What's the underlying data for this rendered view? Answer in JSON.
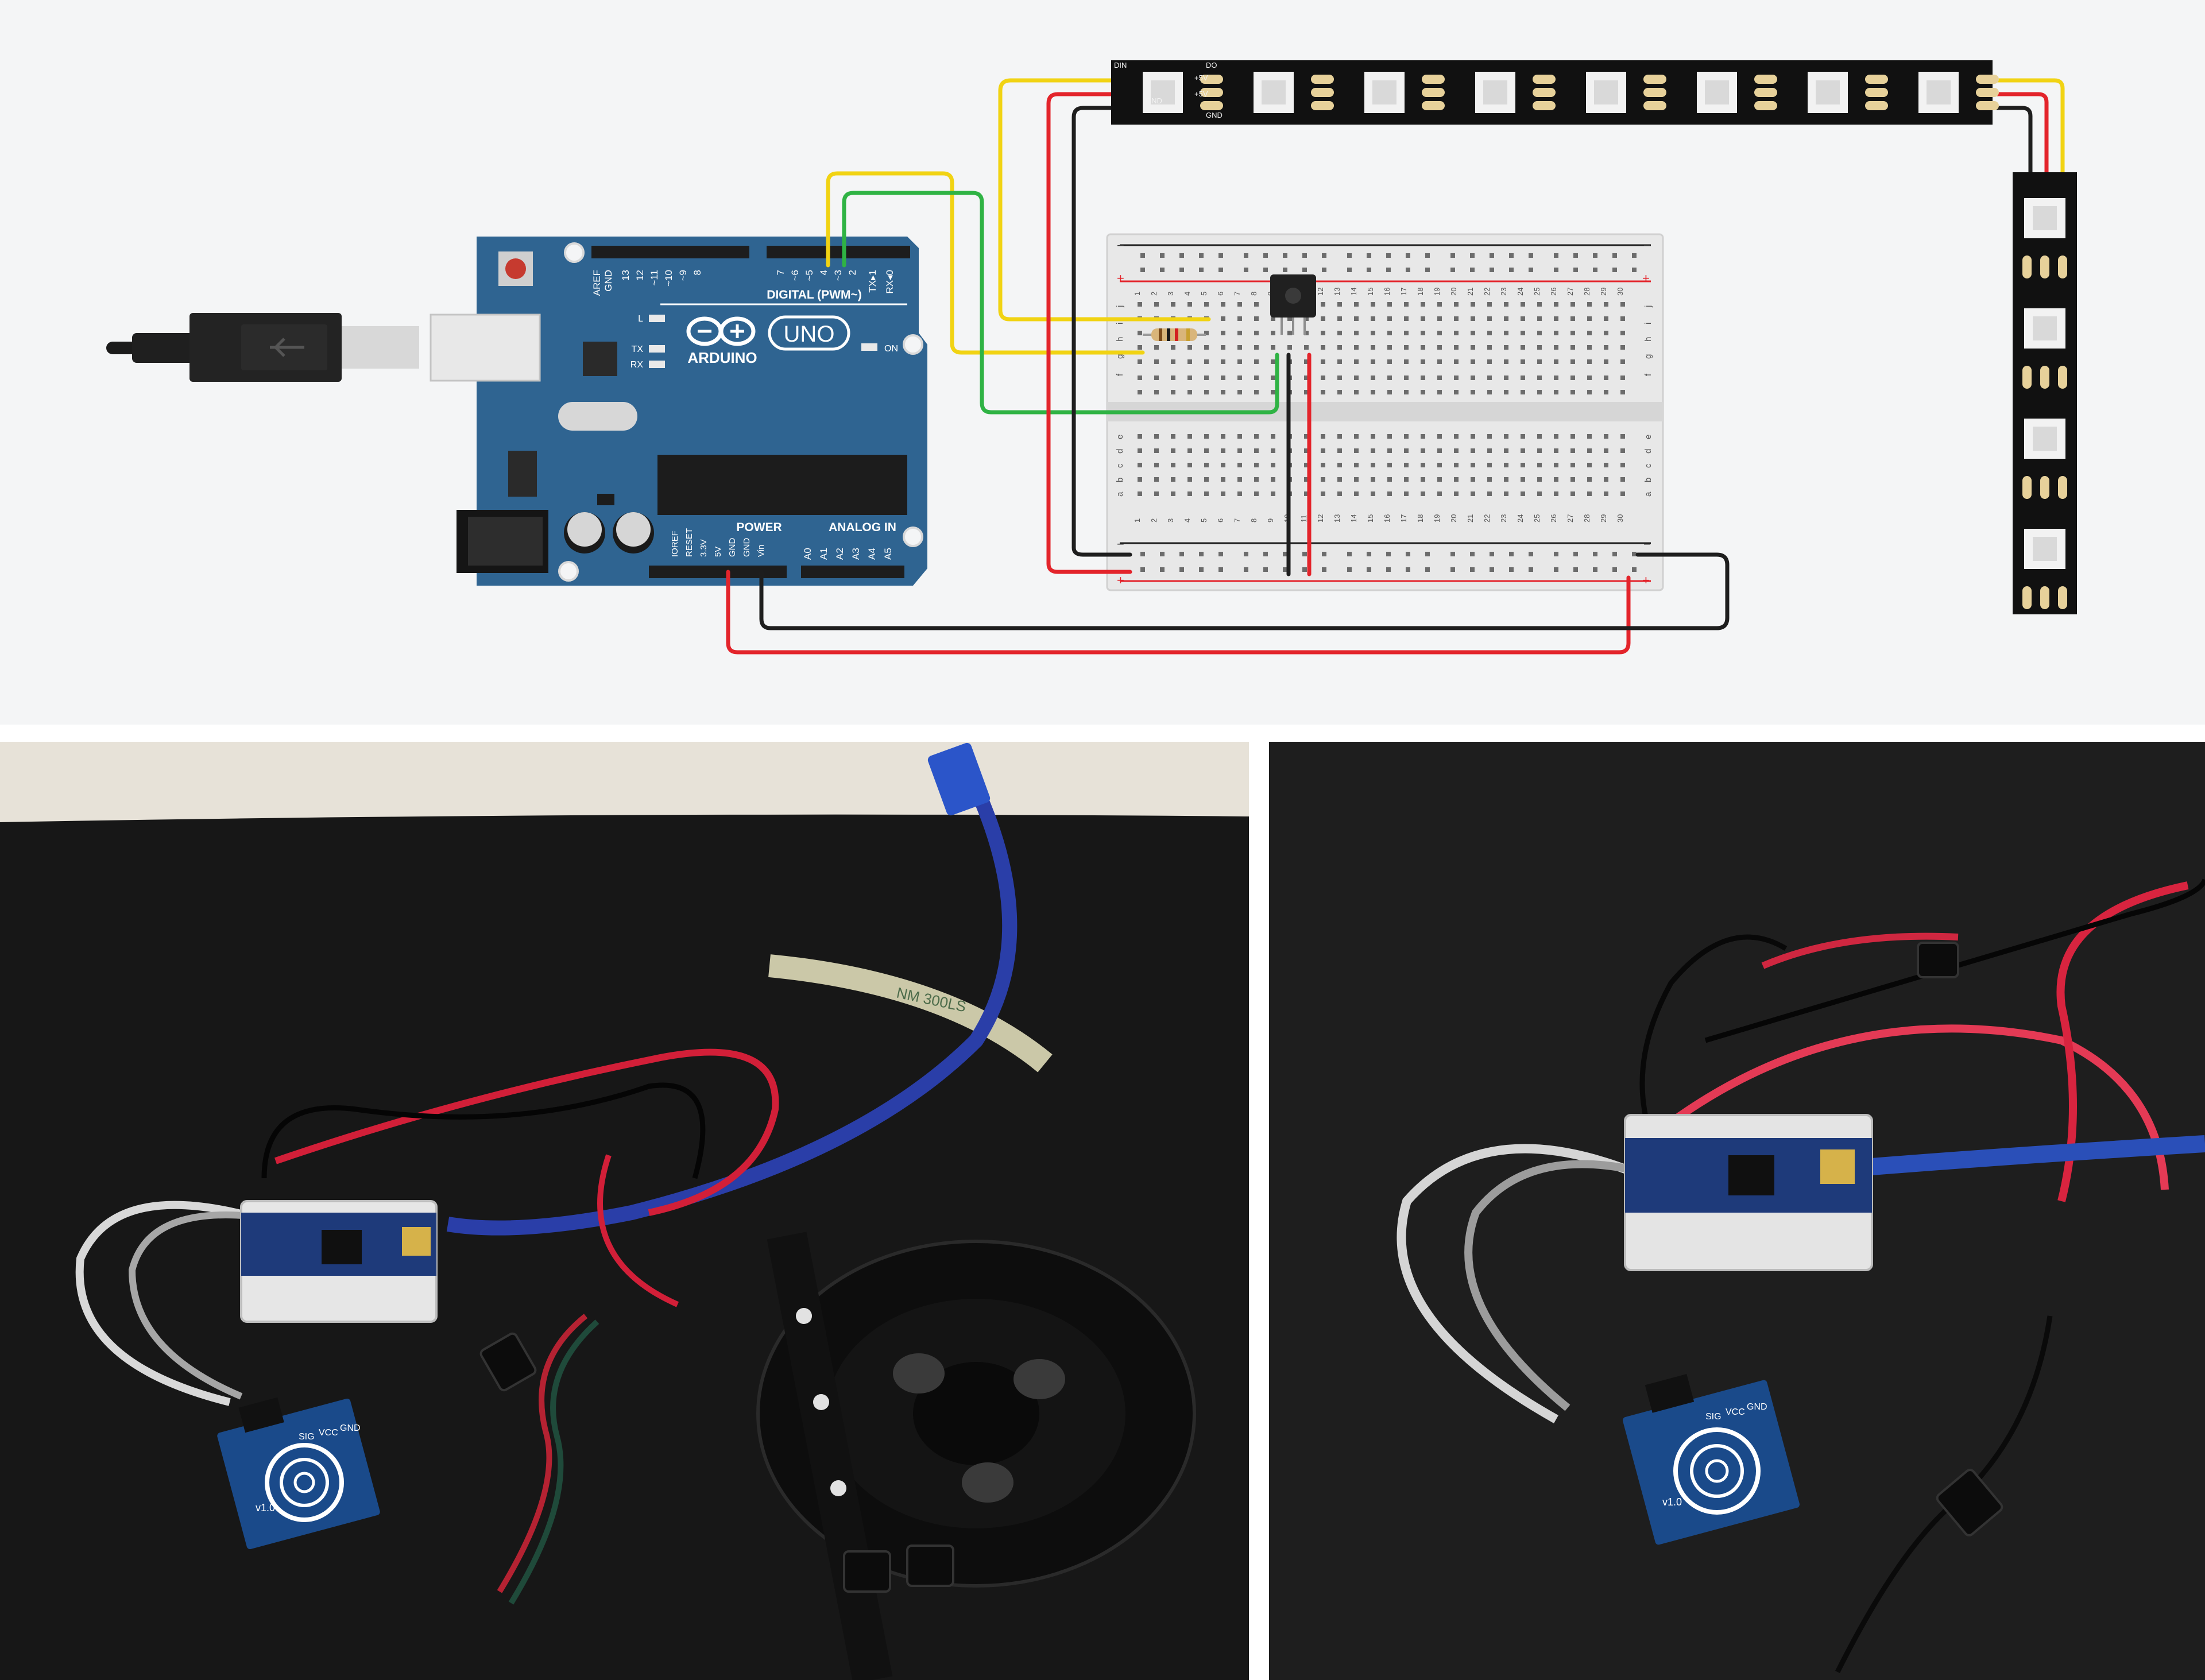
{
  "colors": {
    "diagram_bg": "#f4f5f6",
    "arduino_blue": "#2f6491",
    "strip_black": "#111111",
    "wire_yellow": "#f1d313",
    "wire_green": "#2fb344",
    "wire_red": "#e3242b",
    "wire_black": "#1e1e1e",
    "breadboard": "#e8e8e8",
    "table_black": "#171717",
    "wall": "#e7e2d8"
  },
  "icons": [
    "usb-plug-icon",
    "arduino-infinity-logo-icon",
    "reset-button-icon",
    "dc-jack-icon",
    "touch-sensor-icon"
  ],
  "arduino": {
    "brand": "ARDUINO",
    "model": "UNO",
    "digital_label": "DIGITAL (PWM~)",
    "power_label": "POWER",
    "analog_label": "ANALOG IN",
    "on_label": "ON",
    "led_labels": [
      "L",
      "TX",
      "RX"
    ],
    "digital_pins": [
      "AREF",
      "GND",
      "13",
      "12",
      "~11",
      "~10",
      "~9",
      "8",
      "7",
      "~6",
      "~5",
      "4",
      "~3",
      "2",
      "TX▸1",
      "RX◂0"
    ],
    "power_pins": [
      "IOREF",
      "RESET",
      "3.3V",
      "5V",
      "GND",
      "GND",
      "Vin"
    ],
    "analog_pins": [
      "A0",
      "A1",
      "A2",
      "A3",
      "A4",
      "A5"
    ]
  },
  "breadboard": {
    "rail_plus": "+",
    "rail_minus": "−",
    "row_letters_top": [
      "j",
      "i",
      "h",
      "g",
      "f"
    ],
    "row_letters_bottom": [
      "e",
      "d",
      "c",
      "b",
      "a"
    ],
    "columns": [
      "1",
      "2",
      "3",
      "4",
      "5",
      "6",
      "7",
      "8",
      "9",
      "10",
      "11",
      "12",
      "13",
      "14",
      "15",
      "16",
      "17",
      "18",
      "19",
      "20",
      "21",
      "22",
      "23",
      "24",
      "25",
      "26",
      "27",
      "28",
      "29",
      "30"
    ]
  },
  "led_strip": {
    "pad_labels": [
      "DIN",
      "+5V",
      "GND",
      "DO",
      "+5V",
      "GND"
    ]
  },
  "photos": {
    "left": {
      "strip_print": "NM 300LS",
      "sensor_label": "v1.0",
      "sensor_pins": [
        "SIG",
        "VCC",
        "GND"
      ]
    },
    "right": {
      "sensor_label": "v1.0",
      "sensor_pins": [
        "SIG",
        "VCC",
        "GND"
      ]
    }
  }
}
